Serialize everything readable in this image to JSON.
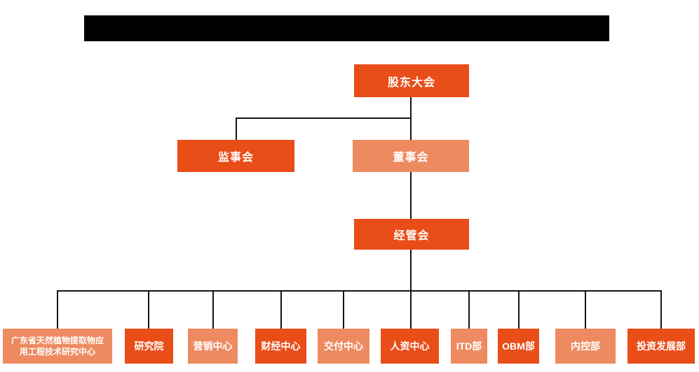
{
  "colors": {
    "primary_orange": "#e94d18",
    "secondary_salmon": "#ee8a60",
    "connector_line": "#141414",
    "redacted_bar": "#000000",
    "background": "#ffffff",
    "node_text": "#ffffff"
  },
  "chart_data": {
    "type": "org-chart",
    "title": "",
    "levels": [
      [
        "股东大会"
      ],
      [
        "监事会",
        "董事会"
      ],
      [
        "经管会"
      ],
      [
        "广东省天然植物提取物应用工程技术研究中心",
        "研究院",
        "营销中心",
        "财经中心",
        "交付中心",
        "人资中心",
        "ITD部",
        "OBM部",
        "内控部",
        "投资发展部"
      ]
    ]
  },
  "nodes": {
    "shareholders_meeting": {
      "label": "股东大会",
      "variant": "primary"
    },
    "board_of_supervisors": {
      "label": "监事会",
      "variant": "primary"
    },
    "board_of_directors": {
      "label": "董事会",
      "variant": "secondary"
    },
    "management_committee": {
      "label": "经管会",
      "variant": "primary"
    }
  },
  "departments": [
    {
      "label": "广东省天然植物提取物应用工程技术研究中心",
      "variant": "secondary"
    },
    {
      "label": "研究院",
      "variant": "primary"
    },
    {
      "label": "营销中心",
      "variant": "secondary"
    },
    {
      "label": "财经中心",
      "variant": "primary"
    },
    {
      "label": "交付中心",
      "variant": "secondary"
    },
    {
      "label": "人资中心",
      "variant": "primary"
    },
    {
      "label": "ITD部",
      "variant": "secondary"
    },
    {
      "label": "OBM部",
      "variant": "primary"
    },
    {
      "label": "内控部",
      "variant": "secondary"
    },
    {
      "label": "投资发展部",
      "variant": "primary"
    }
  ]
}
